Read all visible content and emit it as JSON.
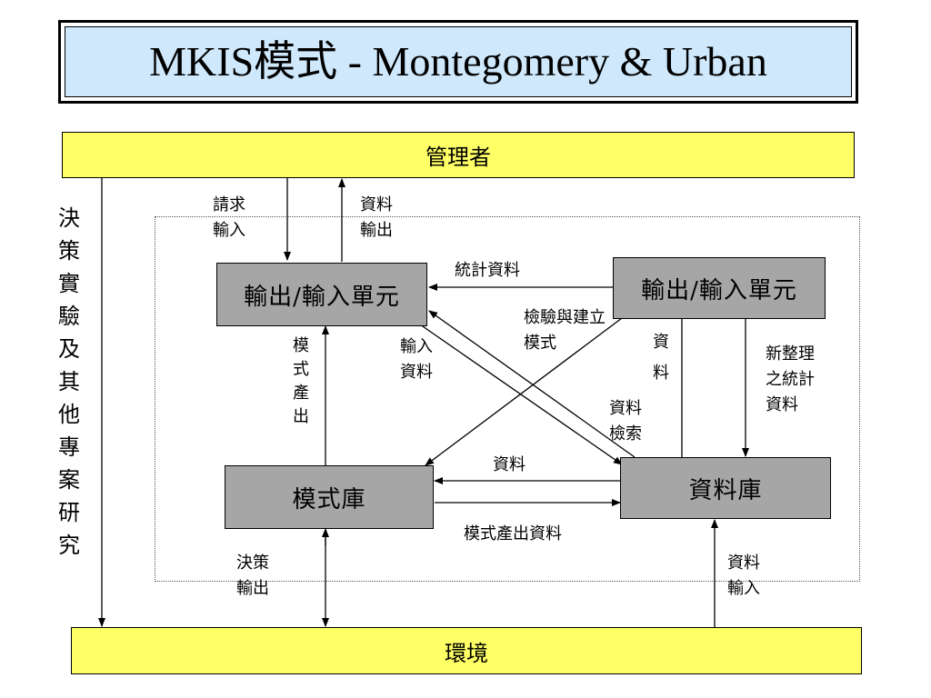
{
  "title": "MKIS模式 - Montegomery & Urban",
  "manager": "管理者",
  "environment": "環境",
  "side_label": "決策實驗及其他專案研究",
  "boxes": {
    "io_left": "輸出/輸入單元",
    "io_right": "輸出/輸入單元",
    "model_base": "模式庫",
    "database": "資料庫"
  },
  "labels": {
    "request_input": "請求輸入",
    "data_output": "資料輸出",
    "stat_data": "統計資料",
    "test_build_model": "檢驗與建立模式",
    "input_data": "輸入資料",
    "model_output_vert": "模式產出",
    "data_vert": "資料",
    "new_stat": "新整理之統計資料",
    "data_retrieval": "資料檢索",
    "data_mid": "資料",
    "model_output_data": "模式產出資料",
    "decision_output": "決策輸出",
    "data_input": "資料輸入"
  }
}
